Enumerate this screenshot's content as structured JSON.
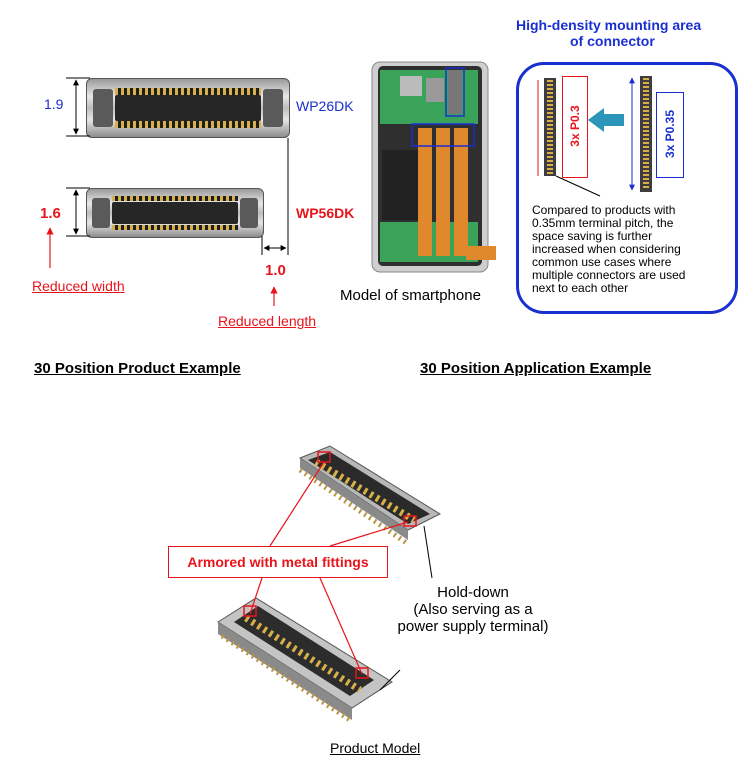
{
  "product_example": {
    "wp26dk_label": "WP26DK",
    "wp56dk_label": "WP56DK",
    "dim_19": "1.9",
    "dim_16": "1.6",
    "dim_10": "1.0",
    "reduced_width": "Reduced width",
    "reduced_length": "Reduced length",
    "caption": "30 Position Product Example"
  },
  "application_example": {
    "smartphone_caption": "Model of smartphone",
    "area_title_line1": "High-density mounting area",
    "area_title_line2": "of connector",
    "pitch_small": "3x P0.3",
    "pitch_large": "3x P0.35",
    "desc_lines": [
      "Compared to products with",
      "0.35mm terminal pitch, the",
      "space saving is further",
      "increased when considering",
      "common use cases where",
      "multiple connectors are used",
      "next to each other"
    ],
    "caption": "30 Position Application Example"
  },
  "product_model": {
    "armored_label": "Armored with metal fittings",
    "holddown_lines": [
      "Hold-down",
      "(Also serving as a",
      "power supply terminal)"
    ],
    "caption": "Product Model"
  },
  "colors": {
    "blue": "#1a2fd1",
    "red": "#e8141c",
    "orange": "#e0892c",
    "pcb_green": "#3aa35a"
  }
}
